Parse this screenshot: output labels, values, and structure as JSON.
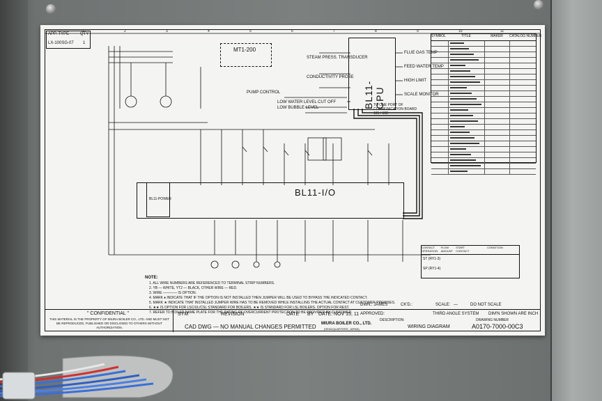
{
  "app_type_header": {
    "app_type_label": "APP. TYPE",
    "qty_label": "QTY",
    "model": "LX-100SG-07",
    "qty": "1"
  },
  "schematic": {
    "cpu_label": "BL11-CPU",
    "io_label": "BL11-I/O",
    "display_module_label": "MT1-200",
    "power_label": "BL11-POWER",
    "labels": {
      "steam_press": "STEAM PRESS. TRANSDUCER",
      "conductivity": "CONDUCTIVITY PROBE",
      "pump_control": "PUMP CONTROL",
      "low_water_cutoff": "LOW WATER LEVEL CUT OFF",
      "low_bubble": "LOW BUBBLE LEVEL",
      "flue_gas": "FLUE GAS TEMP",
      "feed_water": "FEED WATER TEMP",
      "high_limit": "HIGH LIMIT",
      "scale_monitor": "SCALE MONITOR",
      "comm_port": "TO ONE PORT OF COMMUNICATION BOARD 101 / 102"
    }
  },
  "notes": {
    "heading": "NOTE:",
    "items": [
      "1.  ALL WIRE NUMBERS ARE REFERENCED TO TERMINAL STRIP NUMBERS.",
      "2.  YB — WHITE, YT2 — BLACK, OTHER WIRE — RED.",
      "3.  WIRE ———— IS OPTION.",
      "4.  MARK ♦ INDICATE THAT IF THE OPTION IS NOT INSTALLED THEN JUMPER WILL BE USED TO BYPASS THE INDICATED CONTACT.",
      "5.  MARK ★ INDICATE THAT INSTALLED JUMPER WIRE HAS TO BE REMOVED WHILE INSTALLING THE ACTUAL CONTACT AT CUSTOMER PREMISES.",
      "6.  ★★ IS OPTION FOR LSC/UL/CSL STANDARD FOR BOILERS. ★★ IS STANDARD FOR LSL BOILERS. OPTION FOR REST.",
      "7.  REFER TO BOILER NAME PLATE FOR THE RATING OF OVERCURRENT PROTECTION TO BE PROVIDED BY CUSTOMER."
    ]
  },
  "legend": {
    "headers": [
      "SYMBOL",
      "TITLE",
      "MAKER",
      "CATALOG NUMBER"
    ],
    "row_count": 24
  },
  "contact_table": {
    "headers": [
      "CONTACT OPERATION",
      "FLOW AMOUNT",
      "START CONTACT",
      "CONDITION"
    ],
    "rows": [
      [
        "ST (RY1-3)",
        "",
        ""
      ],
      [
        "SP (RY1-4)",
        "",
        ""
      ]
    ]
  },
  "title_block": {
    "confidential": "\" CONFIDENTIAL \"",
    "confidential_text": "THIS MATERIAL IS THE PROPERTY OF MIURA BOILER CO., LTD. AND MUST NOT BE REPRODUCED, PUBLISHED OR DISCLOSED TO OTHERS WITHOUT AUTHORIZATION.",
    "sym": "SYM",
    "revision": "REVISION",
    "date": "DATE",
    "by": "BY",
    "cad_notice": "CAD DWG — NO MANUAL CHANGES PERMITTED",
    "drawn_date": "DATE: NOV 15, 11",
    "company": "MIURA BOILER CO., LTD.",
    "company_sub": "(HEADQUARTERS, JAPAN)",
    "drawn": "DWN.: JAMES",
    "checked": "CK'D.:",
    "scale": "SCALE:",
    "scale_value": "—",
    "do_not_scale": "DO NOT SCALE",
    "approved": "APPROVED:",
    "third_angle": "THIRD ANGLE SYSTEM",
    "dimensions": "DIM'N SHOWN ARE INCH",
    "description_label": "DESCRIPTION:",
    "description": "WIRING DIAGRAM",
    "drawing_number_label": "DRAWING NUMBER",
    "drawing_number": "A0170-7000-00C3"
  },
  "colors": {
    "paper": "#f4f5f2",
    "ink": "#111111",
    "cabinet": "#7c807f",
    "cable_blue": "#3a6fd8",
    "cable_red": "#d03030"
  }
}
